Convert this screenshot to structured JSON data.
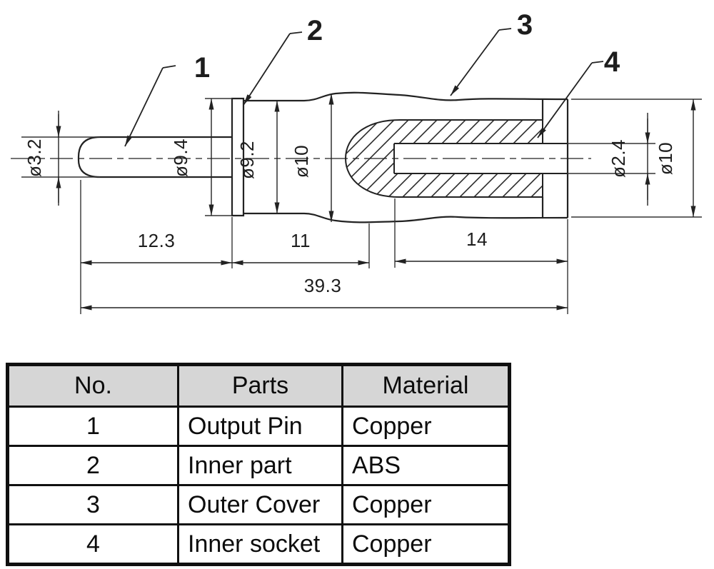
{
  "drawing": {
    "title": "connector-cross-section",
    "part_labels": {
      "p1": "1",
      "p2": "2",
      "p3": "3",
      "p4": "4"
    },
    "dims": {
      "pin_diameter": "ø3.2",
      "flange_diameter": "ø9.4",
      "inner_part_diameter": "ø9.2",
      "body_diameter": "ø10",
      "bore_diameter": "ø2.4",
      "outer_diameter_right": "ø10",
      "pin_length": "12.3",
      "mid_length": "11",
      "socket_depth": "14",
      "total_length": "39.3"
    },
    "line_color": "#222222"
  },
  "table": {
    "header_bg": "#d6d6d6",
    "headers": [
      "No.",
      "Parts",
      "Material"
    ],
    "rows": [
      [
        "1",
        "Output Pin",
        "Copper"
      ],
      [
        "2",
        "Inner part",
        "ABS"
      ],
      [
        "3",
        "Outer Cover",
        "Copper"
      ],
      [
        "4",
        "Inner socket",
        "Copper"
      ]
    ]
  }
}
